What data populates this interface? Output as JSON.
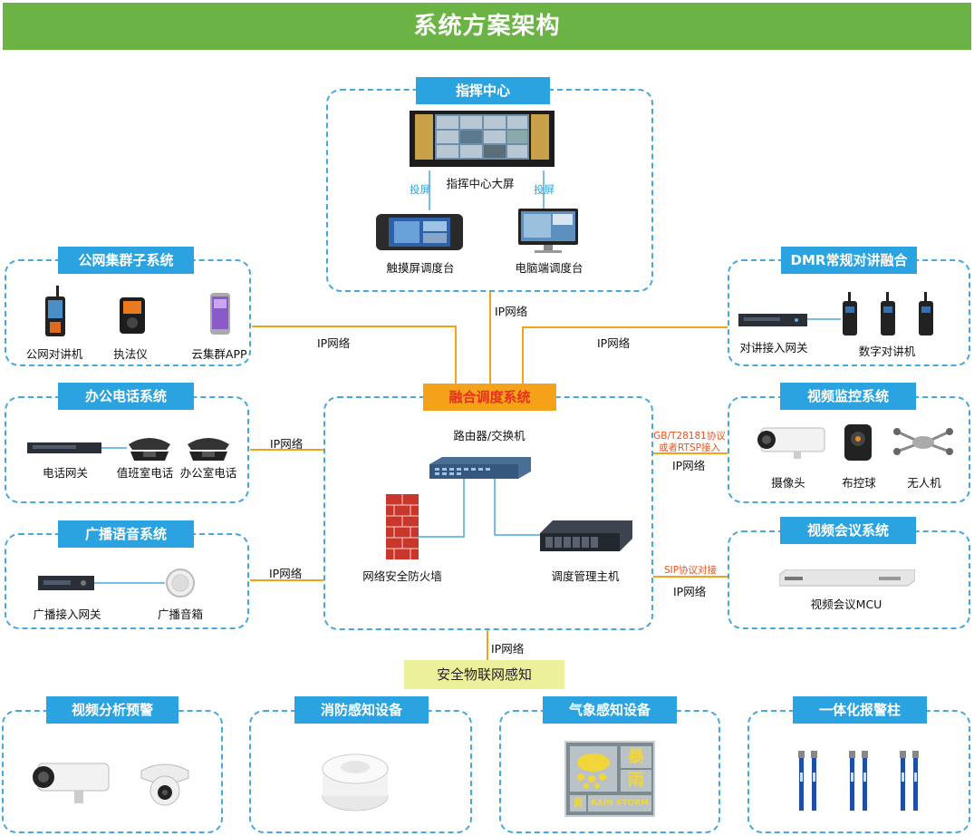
{
  "title": "系统方案架构",
  "command_center": {
    "tag": "指挥中心",
    "big_screen": "指挥中心大屏",
    "cast_left": "投屏",
    "cast_right": "投屏",
    "touch_console": "触摸屏调度台",
    "pc_console": "电脑端调度台"
  },
  "public_cluster": {
    "tag": "公网集群子系统",
    "items": [
      "公网对讲机",
      "执法仪",
      "云集群APP"
    ]
  },
  "dmr": {
    "tag": "DMR常规对讲融合",
    "gateway": "对讲接入网关",
    "radios": "数字对讲机"
  },
  "office_phone": {
    "tag": "办公电话系统",
    "items": [
      "电话网关",
      "值班室电话",
      "办公室电话"
    ]
  },
  "broadcast": {
    "tag": "广播语音系统",
    "items": [
      "广播接入网关",
      "广播音箱"
    ]
  },
  "fusion": {
    "tag": "融合调度系统",
    "router": "路由器/交换机",
    "firewall": "网络安全防火墙",
    "server": "调度管理主机"
  },
  "video_monitor": {
    "tag": "视频监控系统",
    "items": [
      "摄像头",
      "布控球",
      "无人机"
    ],
    "protocol_line1": "GB/T28181协议",
    "protocol_line2": "或者RTSP接入"
  },
  "video_conf": {
    "tag": "视频会议系统",
    "mcu": "视频会议MCU",
    "protocol": "SIP协议对接"
  },
  "network_labels": {
    "top": "IP网络",
    "left_upper": "IP网络",
    "right_upper": "IP网络",
    "office": "IP网络",
    "broadcast": "IP网络",
    "video_monitor": "IP网络",
    "video_conf": "IP网络",
    "bottom": "IP网络"
  },
  "iot": {
    "tag": "安全物联网感知"
  },
  "bottom_groups": {
    "video_analysis": "视频分析预警",
    "fire": "消防感知设备",
    "weather": "气象感知设备",
    "alarm": "一体化报警柱"
  },
  "weather_sign": {
    "top": "暴",
    "mid": "雨",
    "bottom": "黄",
    "text": "RAIN STORM"
  },
  "colors": {
    "banner": "#6ab344",
    "tag_blue": "#2aa3e0",
    "box_border": "#48a8db",
    "line_orange": "#f3a21a",
    "line_blue": "#48a8db",
    "fusion_tag": "#f3a21a",
    "iot_tag": "#ecf09a"
  }
}
